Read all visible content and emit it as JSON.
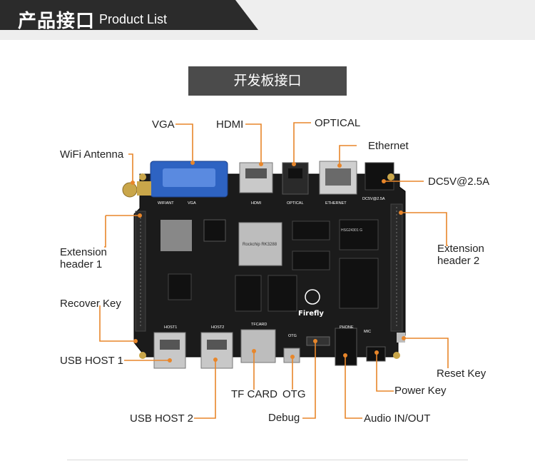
{
  "header": {
    "title_cn": "产品接口",
    "title_en": "Product List"
  },
  "section_title": "开发板接口",
  "colors": {
    "leader": "#e8862a",
    "board": "#1b1b1b",
    "header_bar": "#2b2b2b"
  },
  "labels": {
    "vga": "VGA",
    "hdmi": "HDMI",
    "optical": "OPTICAL",
    "ethernet": "Ethernet",
    "wifi": "WiFi Antenna",
    "dc": "DC5V@2.5A",
    "ext1_l1": "Extension",
    "ext1_l2": "header 1",
    "ext2_l1": "Extension",
    "ext2_l2": "header 2",
    "recover": "Recover Key",
    "usb1": "USB HOST 1",
    "tf": "TF CARD",
    "otg": "OTG",
    "debug": "Debug",
    "usb2": "USB HOST 2",
    "audio": "Audio IN/OUT",
    "reset": "Reset Key",
    "power": "Power Key"
  },
  "board_silk": {
    "wifiant": "WIFIANT",
    "vga": "VGA",
    "hdmi": "HDMI",
    "optical": "OPTICAL",
    "ethernet": "ETHERNET",
    "dc": "DC5V@2.5A",
    "host1": "HOST1",
    "host2": "HOST2",
    "tfcard": "TFCARD",
    "otg": "OTG",
    "phone": "PHONE",
    "mic": "MIC",
    "soc": "Rockchip RK3288",
    "chip_id": "HSG24301 G",
    "logo": "Firefly"
  }
}
